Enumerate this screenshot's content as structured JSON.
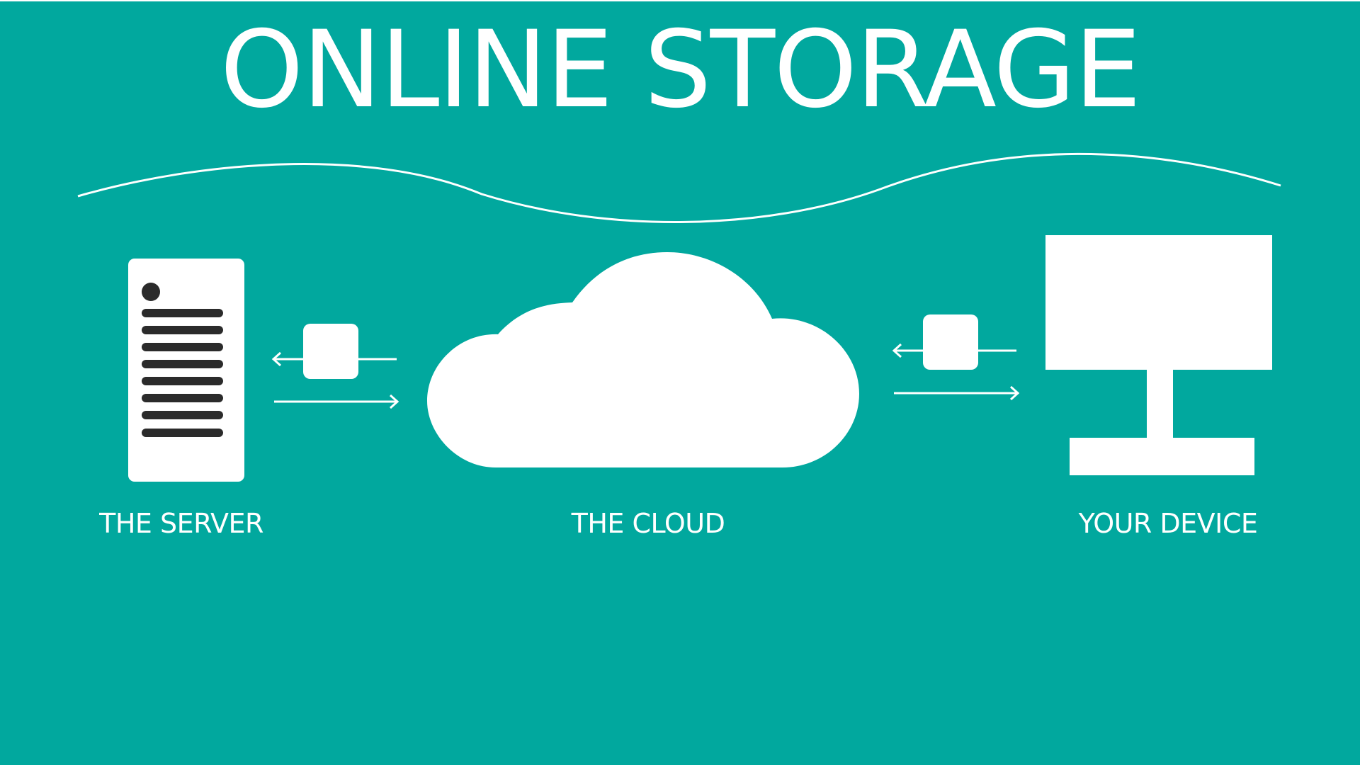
{
  "diagram": {
    "title": "ONLINE STORAGE",
    "nodes": [
      {
        "id": "server",
        "label": "THE SERVER",
        "icon": "server-rack-icon"
      },
      {
        "id": "cloud",
        "label": "THE CLOUD",
        "icon": "cloud-icon"
      },
      {
        "id": "device",
        "label": "YOUR DEVICE",
        "icon": "monitor-icon"
      }
    ],
    "connections": [
      {
        "from": "cloud",
        "to": "server",
        "style": "arrow-with-packet"
      },
      {
        "from": "server",
        "to": "cloud",
        "style": "arrow"
      },
      {
        "from": "device",
        "to": "cloud",
        "style": "arrow-with-packet"
      },
      {
        "from": "cloud",
        "to": "device",
        "style": "arrow"
      }
    ],
    "colors": {
      "background": "#01a89e",
      "foreground": "#ffffff",
      "server_slots": "#2b2b2b"
    }
  }
}
